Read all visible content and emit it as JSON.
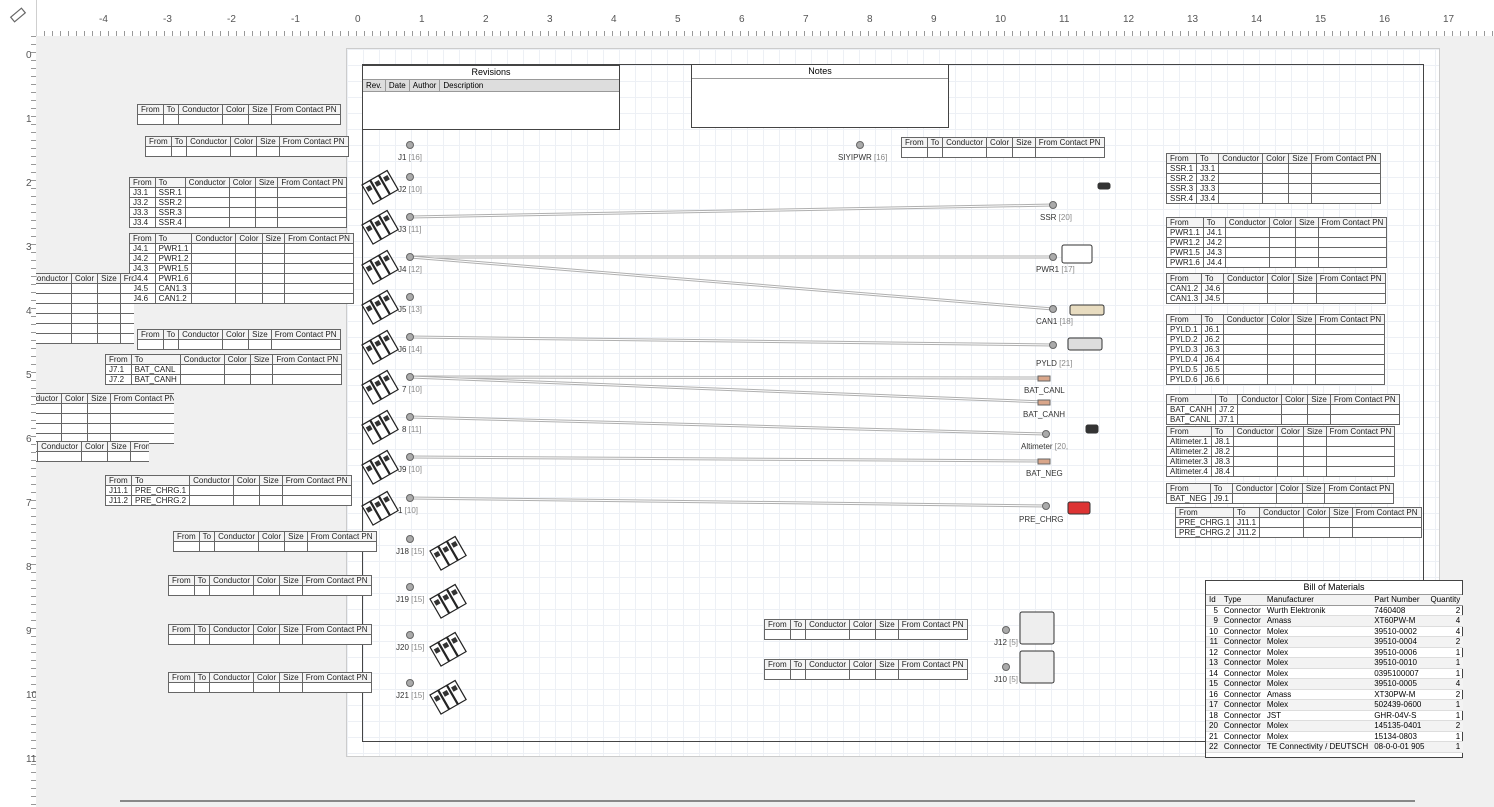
{
  "rulers": {
    "top_labels": [
      "-4",
      "-3",
      "-2",
      "-1",
      "0",
      "1",
      "2",
      "3",
      "4",
      "5",
      "6",
      "7",
      "8",
      "9",
      "10",
      "11",
      "12",
      "13",
      "14",
      "15",
      "16",
      "17"
    ],
    "left_labels": [
      "0",
      "1",
      "2",
      "3",
      "4",
      "5",
      "6",
      "7",
      "8",
      "9",
      "10",
      "11"
    ]
  },
  "revisions": {
    "title": "Revisions",
    "columns": [
      "Rev.",
      "Date",
      "Author",
      "Description"
    ]
  },
  "notes": {
    "title": "Notes"
  },
  "wire_header": [
    "From",
    "To",
    "Conductor",
    "Color",
    "Size",
    "From Contact PN"
  ],
  "wire_tables": {
    "j3": [
      [
        "J3.1",
        "SSR.1"
      ],
      [
        "J3.2",
        "SSR.2"
      ],
      [
        "J3.3",
        "SSR.3"
      ],
      [
        "J3.4",
        "SSR.4"
      ]
    ],
    "j4": [
      [
        "J4.1",
        "PWR1.1"
      ],
      [
        "J4.2",
        "PWR1.2"
      ],
      [
        "J4.3",
        "PWR1.5"
      ],
      [
        "J4.4",
        "PWR1.6"
      ],
      [
        "J4.5",
        "CAN1.3"
      ],
      [
        "J4.6",
        "CAN1.2"
      ]
    ],
    "j7": [
      [
        "J7.1",
        "BAT_CANL"
      ],
      [
        "J7.2",
        "BAT_CANH"
      ]
    ],
    "j11": [
      [
        "J11.1",
        "PRE_CHRG.1"
      ],
      [
        "J11.2",
        "PRE_CHRG.2"
      ]
    ],
    "ssr": [
      [
        "SSR.1",
        "J3.1"
      ],
      [
        "SSR.2",
        "J3.2"
      ],
      [
        "SSR.3",
        "J3.3"
      ],
      [
        "SSR.4",
        "J3.4"
      ]
    ],
    "pwr1": [
      [
        "PWR1.1",
        "J4.1"
      ],
      [
        "PWR1.2",
        "J4.2"
      ],
      [
        "PWR1.5",
        "J4.3"
      ],
      [
        "PWR1.6",
        "J4.4"
      ]
    ],
    "can1": [
      [
        "CAN1.2",
        "J4.6"
      ],
      [
        "CAN1.3",
        "J4.5"
      ]
    ],
    "pyld": [
      [
        "PYLD.1",
        "J6.1"
      ],
      [
        "PYLD.2",
        "J6.2"
      ],
      [
        "PYLD.3",
        "J6.3"
      ],
      [
        "PYLD.4",
        "J6.4"
      ],
      [
        "PYLD.5",
        "J6.5"
      ],
      [
        "PYLD.6",
        "J6.6"
      ]
    ],
    "batcan": [
      [
        "BAT_CANH",
        "J7.2"
      ],
      [
        "BAT_CANL",
        "J7.1"
      ]
    ],
    "altimeter": [
      [
        "Altimeter.1",
        "J8.1"
      ],
      [
        "Altimeter.2",
        "J8.2"
      ],
      [
        "Altimeter.3",
        "J8.3"
      ],
      [
        "Altimeter.4",
        "J8.4"
      ]
    ],
    "batneg": [
      [
        "BAT_NEG",
        "J9.1"
      ]
    ],
    "prechrg": [
      [
        "PRE_CHRG.1",
        "J11.1"
      ],
      [
        "PRE_CHRG.2",
        "J11.2"
      ]
    ]
  },
  "connectors": {
    "J1": {
      "name": "J1",
      "pins": "[16]"
    },
    "J2": {
      "name": "J2",
      "pins": "[10]"
    },
    "J3": {
      "name": "J3",
      "pins": "[11]"
    },
    "J4": {
      "name": "J4",
      "pins": "[12]"
    },
    "J5": {
      "name": "J5",
      "pins": "[13]"
    },
    "J6": {
      "name": "J6",
      "pins": "[14]"
    },
    "J7": {
      "name": "7",
      "pins": "[10]"
    },
    "J8": {
      "name": "8",
      "pins": "[11]"
    },
    "J9": {
      "name": "J9",
      "pins": "[10]"
    },
    "J11": {
      "name": "1",
      "pins": "[10]"
    },
    "J18": {
      "name": "J18",
      "pins": "[15]"
    },
    "J19": {
      "name": "J19",
      "pins": "[15]"
    },
    "J20": {
      "name": "J20",
      "pins": "[15]"
    },
    "J21": {
      "name": "J21",
      "pins": "[15]"
    },
    "J12": {
      "name": "J12",
      "pins": "[5]"
    },
    "J10": {
      "name": "J10",
      "pins": "[5]"
    },
    "SIYIPWR": {
      "name": "SIYIPWR",
      "pins": "[16]"
    },
    "SSR": {
      "name": "SSR",
      "pins": "[20]"
    },
    "PWR1": {
      "name": "PWR1",
      "pins": "[17]"
    },
    "CAN1": {
      "name": "CAN1",
      "pins": "[18]"
    },
    "PYLD": {
      "name": "PYLD",
      "pins": "[21]"
    },
    "BAT_CANL": {
      "name": "BAT_CANL",
      "pins": ""
    },
    "BAT_CANH": {
      "name": "BAT_CANH",
      "pins": ""
    },
    "Altimeter": {
      "name": "Altimeter",
      "pins": "[20,"
    },
    "BAT_NEG": {
      "name": "BAT_NEG",
      "pins": ""
    },
    "PRE_CHRG": {
      "name": "PRE_CHRG",
      "pins": ""
    }
  },
  "bom": {
    "title": "Bill of Materials",
    "columns": [
      "Id",
      "Type",
      "Manufacturer",
      "Part Number",
      "Quantity"
    ],
    "rows": [
      [
        "5",
        "Connector",
        "Wurth Elektronik",
        "7460408",
        "2"
      ],
      [
        "9",
        "Connector",
        "Amass",
        "XT60PW-M",
        "4"
      ],
      [
        "10",
        "Connector",
        "Molex",
        "39510-0002",
        "4"
      ],
      [
        "11",
        "Connector",
        "Molex",
        "39510-0004",
        "2"
      ],
      [
        "12",
        "Connector",
        "Molex",
        "39510-0006",
        "1"
      ],
      [
        "13",
        "Connector",
        "Molex",
        "39510-0010",
        "1"
      ],
      [
        "14",
        "Connector",
        "Molex",
        "0395100007",
        "1"
      ],
      [
        "15",
        "Connector",
        "Molex",
        "39510-0005",
        "4"
      ],
      [
        "16",
        "Connector",
        "Amass",
        "XT30PW-M",
        "2"
      ],
      [
        "17",
        "Connector",
        "Molex",
        "502439-0600",
        "1"
      ],
      [
        "18",
        "Connector",
        "JST",
        "GHR-04V-S",
        "1"
      ],
      [
        "20",
        "Connector",
        "Molex",
        "145135-0401",
        "2"
      ],
      [
        "21",
        "Connector",
        "Molex",
        "15134-0803",
        "1"
      ],
      [
        "22",
        "Connector",
        "TE Connectivity / DEUTSCH",
        "08-0-0-01 905",
        "1"
      ]
    ]
  },
  "colors": {
    "wire": "#b0b0b0",
    "frame": "#444444",
    "grid": "#edf0f5"
  },
  "icons": {
    "ruler_corner": "ruler-icon"
  }
}
